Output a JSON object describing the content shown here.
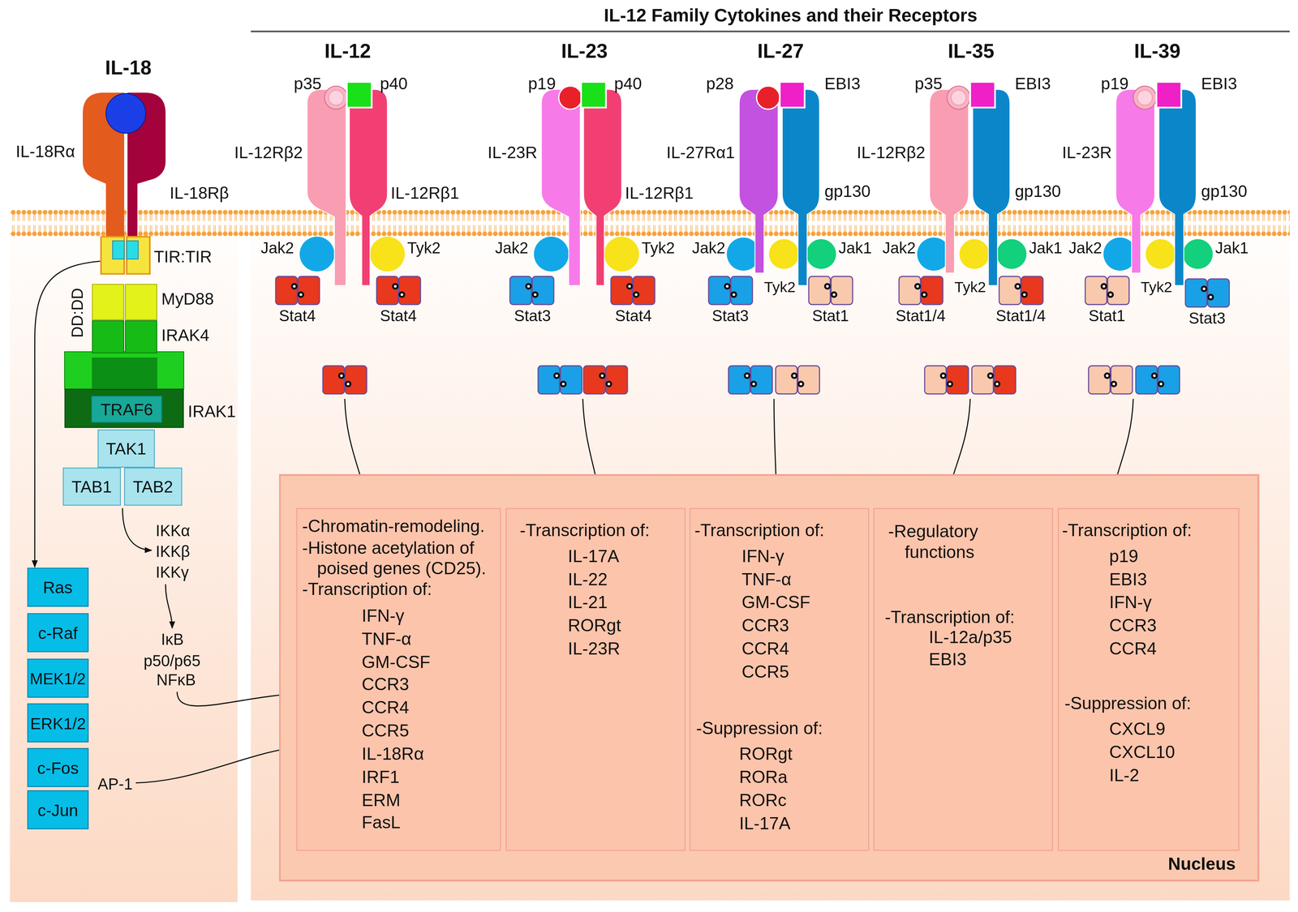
{
  "diagram": {
    "title": "IL-12 Family Cytokines and their Receptors",
    "nodes": [
      {
        "text": [
          "TIR:TIR"
        ]
      },
      {
        "text": [
          "MyD88"
        ]
      },
      {
        "text": [
          "IRAK4"
        ]
      },
      {
        "text": [
          "IRAK1"
        ]
      },
      {
        "text": [
          "TRAF6"
        ],
        "in": 3
      },
      {
        "text": [
          "TAK1"
        ]
      },
      {
        "text": [
          "TAB1"
        ]
      },
      {
        "text": [
          "TAB2"
        ]
      },
      {
        "text": [
          "Ras"
        ]
      },
      {
        "text": [
          "c-Raf"
        ]
      },
      {
        "text": [
          "MEK1/2"
        ]
      },
      {
        "text": [
          "ERK1/2"
        ]
      },
      {
        "text": [
          "c-Fos"
        ]
      },
      {
        "text": [
          "c-Jun"
        ]
      },
      {
        "text": [
          "Nucleus"
        ]
      },
      {
        "text": [
          "-Chromatin-remodeling.",
          "-Histone acetylation of poised genes (CD25).",
          "-Transcription of:",
          "IFN-γ",
          "TNF-α",
          "GM-CSF",
          "CCR3",
          "CCR4",
          "CCR5",
          "IL-18Rα",
          "IRF1",
          "ERM",
          "FasL"
        ],
        "in": 14
      },
      {
        "text": [
          "-Transcription of:",
          "IL-17A",
          "IL-22",
          "IL-21",
          "RORgt",
          "IL-23R"
        ],
        "in": 14
      },
      {
        "text": [
          "-Transcription of:",
          "IFN-γ",
          "TNF-α",
          "GM-CSF",
          "CCR3",
          "CCR4",
          "CCR5",
          "-Suppression of:",
          "RORgt",
          "RORa",
          "RORc",
          "IL-17A"
        ],
        "in": 14
      },
      {
        "text": [
          "-Regulatory functions",
          "-Transcription of:",
          "IL-12a/p35",
          "EBI3"
        ],
        "in": 14
      },
      {
        "text": [
          "-Transcription of:",
          "p19",
          "EBI3",
          "IFN-γ",
          "CCR3",
          "CCR4",
          "-Suppression of:",
          "CXCL9",
          "CXCL10",
          "IL-2"
        ],
        "in": 14
      }
    ],
    "edges": [
      {
        "from": 0,
        "to": 8,
        "arrow": "to"
      }
    ],
    "labels": [
      "IL-18",
      "IL-12",
      "IL-23",
      "IL-27",
      "IL-35",
      "IL-39",
      "IL-18Rα",
      "IL-18Rβ",
      "DD:DD",
      "IKKα",
      "IKKβ",
      "IKKγ",
      "IκB",
      "p50/p65",
      "NFκB",
      "AP-1",
      "p35",
      "p40",
      "IL-12Rβ2",
      "IL-12Rβ1",
      "Jak2",
      "Tyk2",
      "Stat4",
      "Stat4",
      "p19",
      "p40",
      "IL-23R",
      "IL-12Rβ1",
      "Jak2",
      "Tyk2",
      "Stat3",
      "Stat4",
      "p28",
      "EBI3",
      "IL-27Rα1",
      "gp130",
      "Jak2",
      "Tyk2",
      "Jak1",
      "Stat3",
      "Stat1",
      "p35",
      "EBI3",
      "IL-12Rβ2",
      "gp130",
      "Jak2",
      "Tyk2",
      "Jak1",
      "Stat1/4",
      "Stat1/4",
      "p19",
      "EBI3",
      "IL-23R",
      "gp130",
      "Jak2",
      "Tyk2",
      "Jak1",
      "Stat1",
      "Stat3"
    ]
  }
}
